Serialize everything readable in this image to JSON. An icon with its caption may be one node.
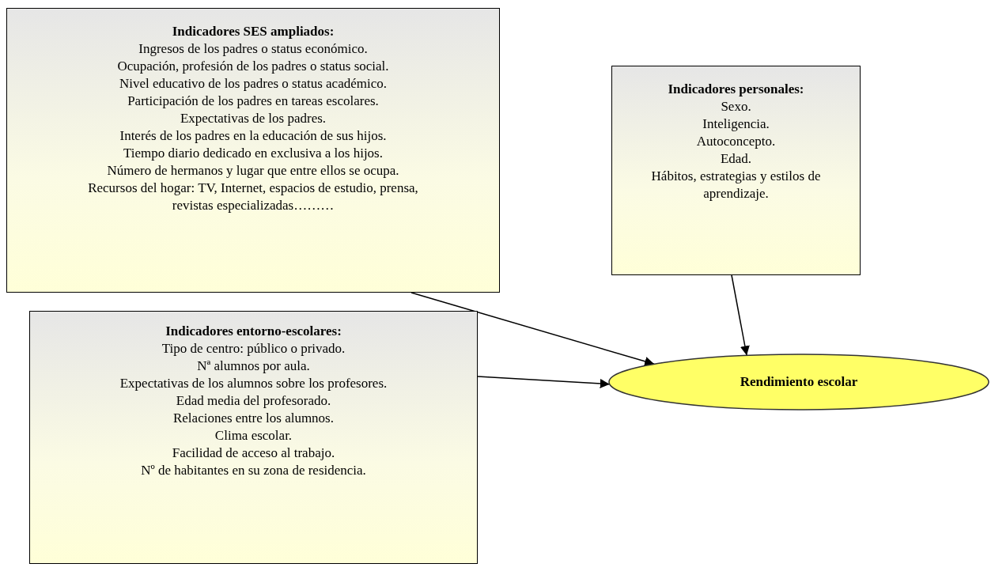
{
  "diagram": {
    "nodes": [
      {
        "text": [
          "**Indicadores SES ampliados**:",
          "Ingresos de los padres o status económico.",
          "Ocupación, profesión de los padres o status social.",
          "Nivel educativo de los padres o status académico.",
          "Participación de los padres en tareas escolares.",
          "Expectativas de los padres.",
          "Interés de los padres en la educación de sus hijos.",
          "Tiempo diario dedicado en exclusiva a los hijos.",
          "Número de hermanos y lugar que entre ellos se ocupa.",
          "Recursos del hogar: TV, Internet, espacios de estudio, prensa, revistas especializadas………"
        ]
      },
      {
        "text": [
          "Indicadores personales:",
          "Sexo.",
          "Inteligencia.",
          "Autoconcepto.",
          "Edad.",
          "Hábitos, estrategias y estilos de aprendizaje."
        ]
      },
      {
        "text": [
          "Indicadores entorno-escolares:",
          "Tipo de centro: público o privado.",
          "Nª alumnos por aula.",
          "Expectativas de los alumnos sobre los profesores.",
          "Edad media del profesorado.",
          "Relaciones entre los alumnos.",
          "Clima escolar.",
          "Facilidad de acceso al trabajo.",
          "Nº de habitantes en su zona de residencia."
        ]
      },
      {
        "text": [
          "Rendimiento escolar"
        ]
      }
    ],
    "edges": [
      {
        "from": 0,
        "to": 3,
        "arrow": "to"
      },
      {
        "from": 1,
        "to": 3,
        "arrow": "to"
      },
      {
        "from": 2,
        "to": 3,
        "arrow": "to"
      }
    ]
  }
}
